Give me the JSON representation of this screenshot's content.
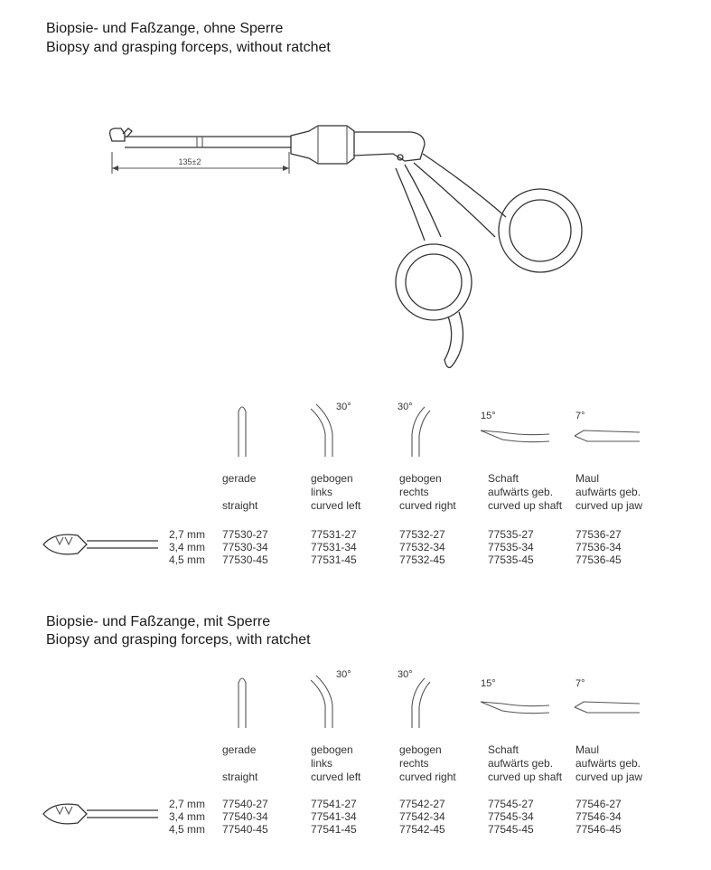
{
  "section1": {
    "title_de": "Biopsie- und Faßzange, ohne Sperre",
    "title_en": "Biopsy and grasping forceps, without ratchet",
    "dimension_label": "135±2"
  },
  "section2": {
    "title_de": "Biopsie- und Faßzange, mit Sperre",
    "title_en": "Biopsy and grasping forceps, with ratchet"
  },
  "columns": [
    {
      "de": "gerade",
      "de2": "",
      "en": "straight",
      "angle": ""
    },
    {
      "de": "gebogen",
      "de2": "links",
      "en": "curved left",
      "angle": "30°"
    },
    {
      "de": "gebogen",
      "de2": "rechts",
      "en": "curved right",
      "angle": "30°"
    },
    {
      "de": "Schaft",
      "de2": "aufwärts geb.",
      "en": "curved up shaft",
      "angle": "15°"
    },
    {
      "de": "Maul",
      "de2": "aufwärts geb.",
      "en": "curved up jaw",
      "angle": "7°"
    }
  ],
  "sizes": [
    "2,7 mm",
    "3,4 mm",
    "4,5 mm"
  ],
  "table1": [
    [
      "77530-27",
      "77531-27",
      "77532-27",
      "77535-27",
      "77536-27"
    ],
    [
      "77530-34",
      "77531-34",
      "77532-34",
      "77535-34",
      "77536-34"
    ],
    [
      "77530-45",
      "77531-45",
      "77532-45",
      "77535-45",
      "77536-45"
    ]
  ],
  "table2": [
    [
      "77540-27",
      "77541-27",
      "77542-27",
      "77545-27",
      "77546-27"
    ],
    [
      "77540-34",
      "77541-34",
      "77542-34",
      "77545-34",
      "77546-34"
    ],
    [
      "77540-45",
      "77541-45",
      "77542-45",
      "77545-45",
      "77546-45"
    ]
  ]
}
